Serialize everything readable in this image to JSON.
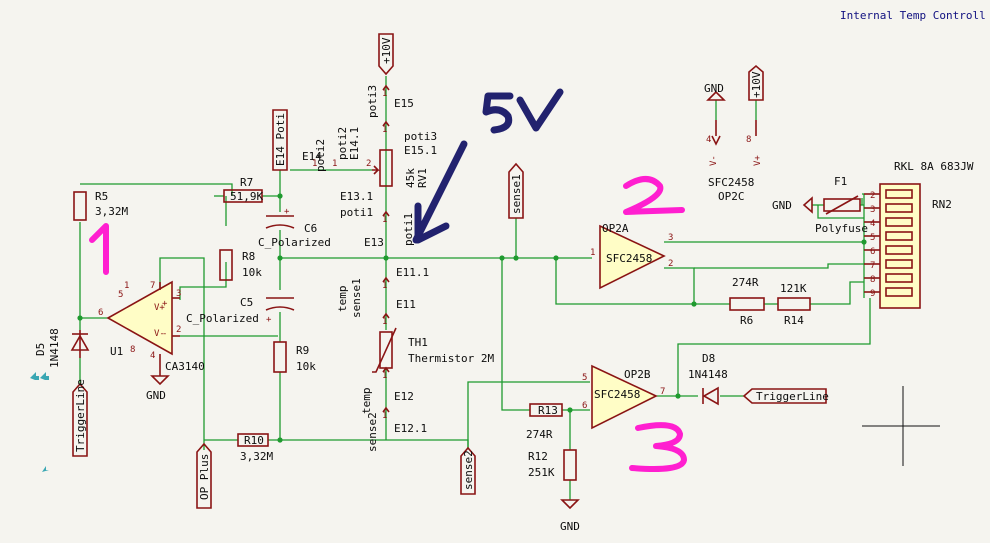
{
  "title": "Internal Temp Controll",
  "annotations": {
    "five_v": "5V",
    "one": "1",
    "two": "2",
    "three": "3"
  },
  "power": {
    "v10_top": "+10V",
    "v10_right": "+10V",
    "gnd_u1": "GND",
    "gnd_op2c": "GND",
    "gnd_f1": "GND",
    "gnd_r12": "GND"
  },
  "labels": {
    "e14_poti": "E14 Poti",
    "triggerline_left": "TriggerLine",
    "op_plus": "OP Plus",
    "sense1": "sense1",
    "sense2": "sense2",
    "triggerline_right": "TriggerLine"
  },
  "nets": {
    "poti3": "poti3",
    "e15": "E15",
    "poti2": "poti2",
    "e14": "E14",
    "poti2b": "poti2",
    "e14_1": "E14.1",
    "poti3b": "poti3",
    "e15_1": "E15.1",
    "e13_1": "E13.1",
    "poti1": "poti1",
    "e13": "E13",
    "poti1b": "poti1",
    "e11_1": "E11.1",
    "temp1": "temp",
    "sense1b": "sense1",
    "e11": "E11",
    "temp2": "temp",
    "sense2b": "sense2",
    "e12": "E12",
    "e12_1": "E12.1"
  },
  "components": {
    "r5": {
      "ref": "R5",
      "value": "3,32M"
    },
    "r7": {
      "ref": "R7",
      "value": "51,9K"
    },
    "r8": {
      "ref": "R8",
      "value": "10k"
    },
    "r9": {
      "ref": "R9",
      "value": "10k"
    },
    "r10": {
      "ref": "R10",
      "value": "3,32M"
    },
    "r6": {
      "ref": "R6",
      "value": "274R"
    },
    "r14": {
      "ref": "R14",
      "value": "121K"
    },
    "r13": {
      "ref": "R13",
      "value": "274R"
    },
    "r12": {
      "ref": "R12",
      "value": "251K"
    },
    "c5": {
      "ref": "C5",
      "value": "C_Polarized"
    },
    "c6": {
      "ref": "C6",
      "value": "C_Polarized"
    },
    "rv1": {
      "ref": "RV1",
      "value": "45k"
    },
    "th1": {
      "ref": "TH1",
      "value": "Thermistor 2M"
    },
    "d5": {
      "ref": "D5",
      "value": "1N4148"
    },
    "d8": {
      "ref": "D8",
      "value": "1N4148"
    },
    "u1": {
      "ref": "U1",
      "value": "CA3140"
    },
    "op2a": {
      "ref": "OP2A",
      "value": "SFC2458"
    },
    "op2b": {
      "ref": "OP2B",
      "value": "SFC2458"
    },
    "op2c": {
      "ref": "OP2C",
      "value": "SFC2458"
    },
    "f1": {
      "ref": "F1",
      "value": "Polyfuse"
    },
    "rn2": {
      "ref": "RN2",
      "value": "RKL 8A 683JW"
    }
  },
  "pins": {
    "u1_p6": "6",
    "u1_p3": "3",
    "u1_p2": "2",
    "u1_p7": "7",
    "u1_p4": "4",
    "u1_p5": "5",
    "u1_p1": "1",
    "u1_p8": "8",
    "u1_vp": "V+",
    "u1_vm": "V-",
    "u1_plus": "+",
    "u1_minus": "-",
    "op2a_p1": "1",
    "op2a_p3": "3",
    "op2a_p2": "2",
    "op2b_p5": "5",
    "op2b_p6": "6",
    "op2b_p7": "7",
    "op2c_p4": "4",
    "op2c_p8": "8",
    "op2c_vm": "V-",
    "op2c_vp": "V+",
    "rv_p1": "1",
    "rv_p2": "2",
    "rv_p3": "3",
    "conn": "1",
    "rn2_pins": [
      "2",
      "3",
      "4",
      "5",
      "6",
      "7",
      "8",
      "9"
    ]
  }
}
